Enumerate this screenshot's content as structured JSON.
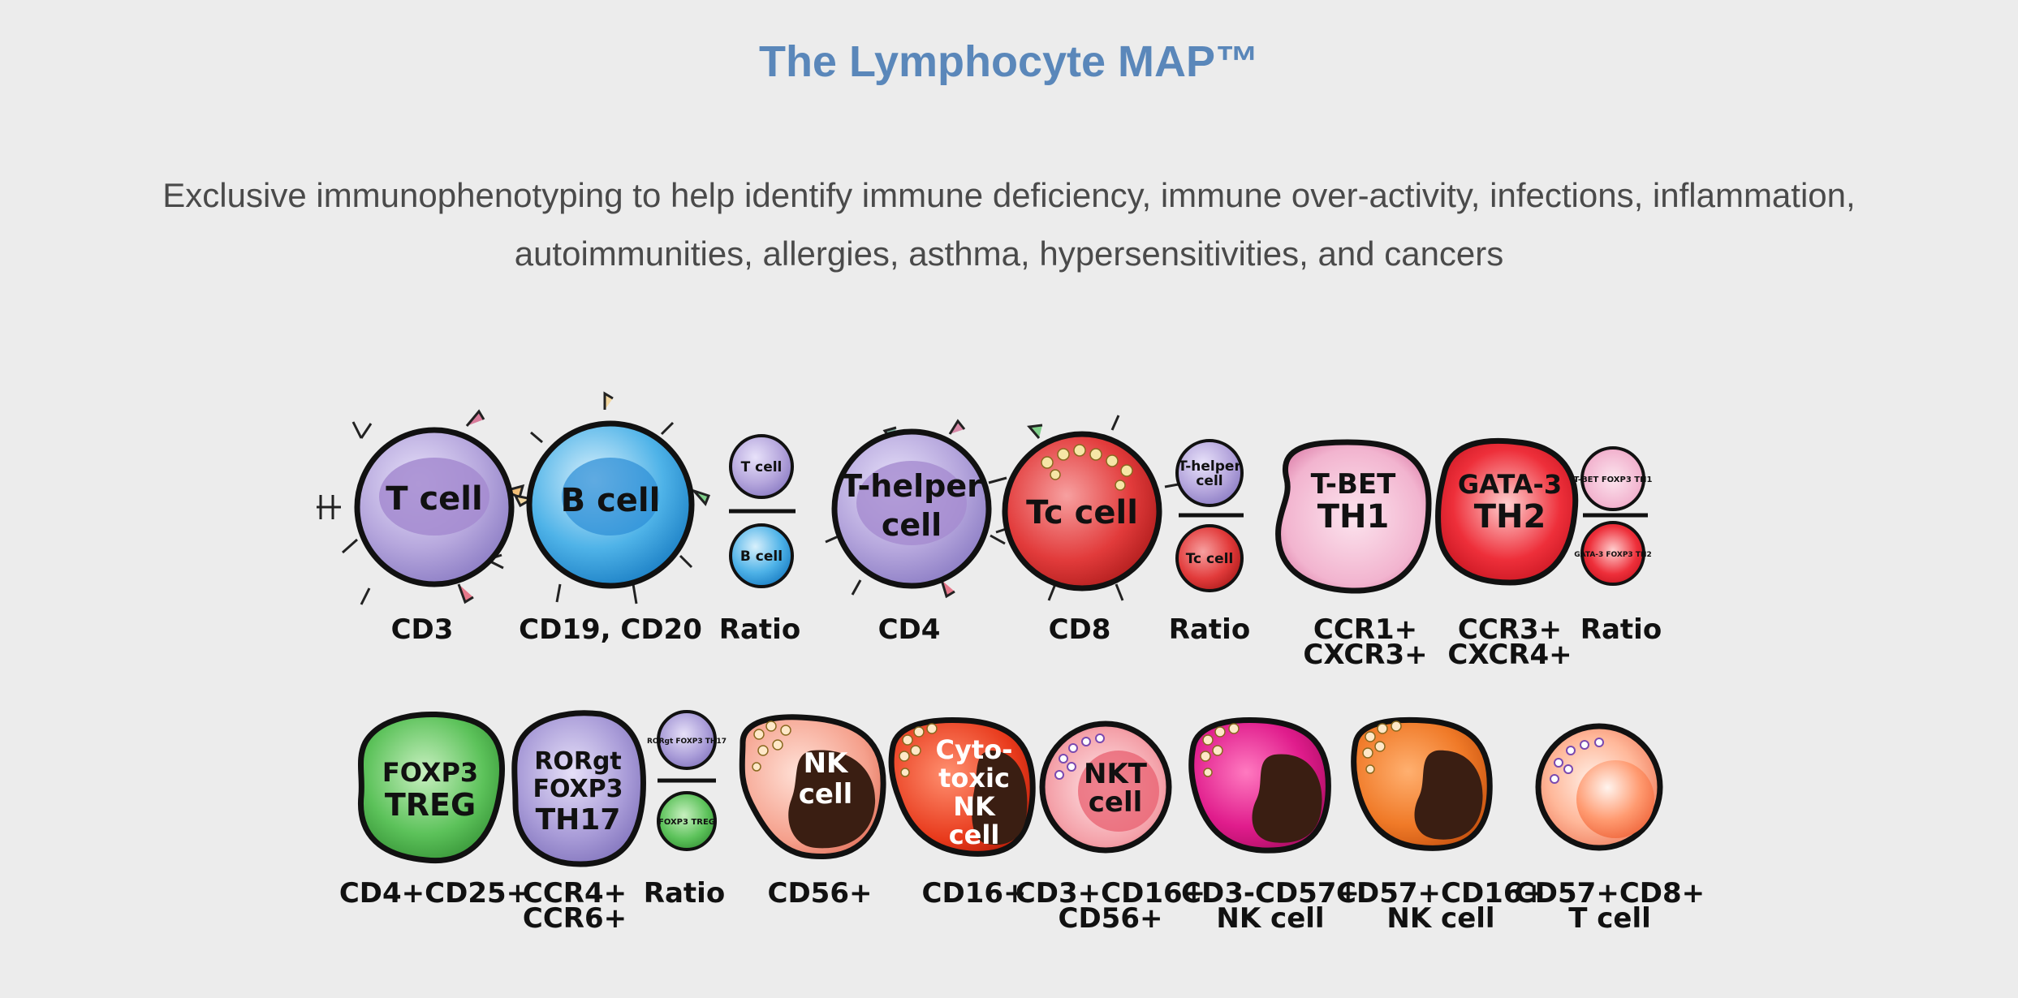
{
  "header": {
    "title": "The Lymphocyte MAP™",
    "subtitle_line1": "Exclusive immunophenotyping to help identify immune deficiency, immune over-activity, infections, inflammation,",
    "subtitle_line2": "autoimmunities, allergies, asthma, hypersensitivities, and cancers"
  },
  "row1": [
    {
      "cell": "T cell",
      "caption": "CD3"
    },
    {
      "cell": "B cell",
      "caption": "CD19, CD20"
    },
    {
      "cell_top": "T cell",
      "cell_bottom": "B cell",
      "caption": "Ratio"
    },
    {
      "cell_l1": "T-helper",
      "cell_l2": "cell",
      "caption": "CD4"
    },
    {
      "cell": "Tc cell",
      "caption": "CD8"
    },
    {
      "cell_top_l1": "T-helper",
      "cell_top_l2": "cell",
      "cell_bottom": "Tc cell",
      "caption": "Ratio"
    },
    {
      "cell_l1": "T-BET",
      "cell_l2": "TH1",
      "caption_l1": "CCR1+",
      "caption_l2": "CXCR3+"
    },
    {
      "cell_l1": "GATA-3",
      "cell_l2": "TH2",
      "caption_l1": "CCR3+",
      "caption_l2": "CXCR4+"
    },
    {
      "cell_top": "T-BET FOXP3 TH1",
      "cell_bottom": "GATA-3 FOXP3 TH2",
      "caption": "Ratio"
    }
  ],
  "row2": [
    {
      "cell_l1": "FOXP3",
      "cell_l2": "TREG",
      "caption": "CD4+CD25+"
    },
    {
      "cell_l1": "RORgt",
      "cell_l2": "FOXP3",
      "cell_l3": "TH17",
      "caption_l1": "CCR4+",
      "caption_l2": "CCR6+"
    },
    {
      "cell_top": "RORgt FOXP3 TH17",
      "cell_bottom": "FOXP3 TREG",
      "caption": "Ratio"
    },
    {
      "cell_l1": "NK",
      "cell_l2": "cell",
      "caption": "CD56+"
    },
    {
      "cell_l1": "Cyto-",
      "cell_l2": "toxic",
      "cell_l3": "NK",
      "cell_l4": "cell",
      "caption": "CD16+"
    },
    {
      "cell_l1": "NKT",
      "cell_l2": "cell",
      "caption_l1": "CD3+CD16+",
      "caption_l2": "CD56+"
    },
    {
      "caption_l1": "CD3-CD57+",
      "caption_l2": "NK cell"
    },
    {
      "caption_l1": "CD57+CD16+",
      "caption_l2": "NK cell"
    },
    {
      "caption_l1": "CD57+CD8+",
      "caption_l2": "T cell"
    }
  ],
  "colors": {
    "title": "#5a87ba",
    "subtitle": "#4a4a4a",
    "t_cell": "#b6a7dd",
    "b_cell": "#4fb3e8",
    "tc_cell": "#e23b3b",
    "th2": "#ee2f3a",
    "treg": "#5cc25a",
    "nk_dark": "#3a1e12"
  }
}
